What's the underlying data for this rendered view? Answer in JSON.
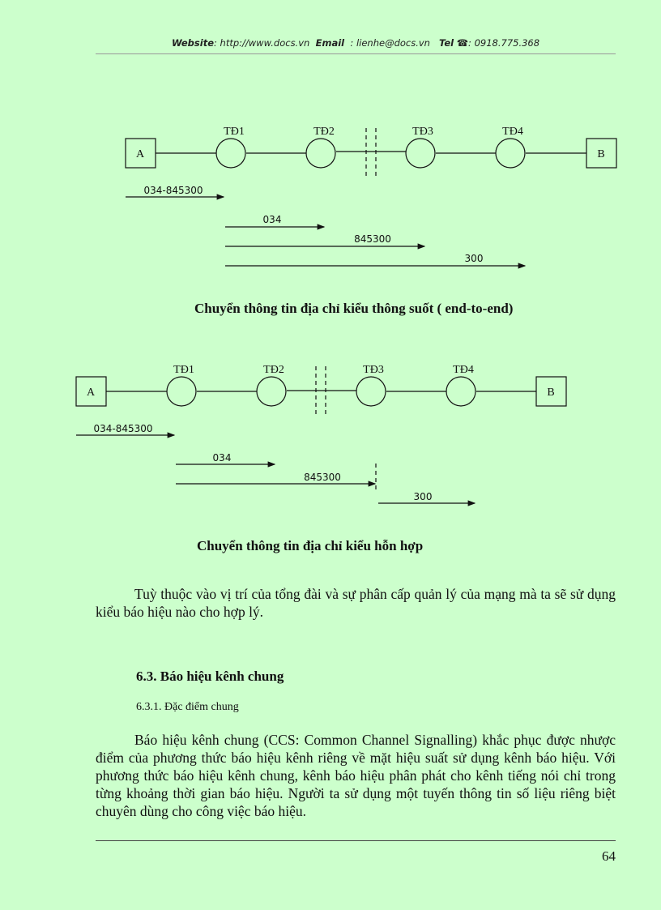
{
  "header": {
    "website_label": "Website",
    "website_value": ": http://www.docs.vn",
    "email_label": "Email",
    "email_value": ": lienhe@docs.vn",
    "tel_label": "Tel",
    "tel_icon": "phone-icon",
    "tel_value": ": 0918.775.368"
  },
  "diagram1": {
    "endpoints": [
      "A",
      "B"
    ],
    "nodes": [
      "TĐ1",
      "TĐ2",
      "TĐ3",
      "TĐ4"
    ],
    "arrows": [
      {
        "label": "034-845300"
      },
      {
        "label": "034"
      },
      {
        "label": "845300"
      },
      {
        "label": "300"
      }
    ],
    "caption": "Chuyển thông tin địa chỉ kiểu  thông suốt ( end-to-end)"
  },
  "diagram2": {
    "endpoints": [
      "A",
      "B"
    ],
    "nodes": [
      "TĐ1",
      "TĐ2",
      "TĐ3",
      "TĐ4"
    ],
    "arrows": [
      {
        "label": "034-845300"
      },
      {
        "label": "034"
      },
      {
        "label": "845300"
      },
      {
        "label": "300"
      }
    ],
    "caption": "Chuyển thông tin địa chỉ  kiểu hỗn hợp"
  },
  "paragraph1": "Tuỳ thuộc vào vị trí của tổng đài và sự phân cấp quản lý của mạng mà ta sẽ sử dụng kiểu báo hiệu nào cho hợp lý.",
  "section": {
    "title": "6.3. Báo hiệu kênh chung",
    "subsection": "6.3.1. Đặc điểm chung",
    "paragraph": "Báo hiệu kênh chung (CCS: Common Channel Signalling)  khắc phục được nhược điểm của phương thức báo hiệu kênh riêng về mặt hiệu suất sử dụng kênh báo hiệu. Với phương thức báo hiệu kênh chung, kênh báo hiệu phân phát cho kênh tiếng nói chỉ trong từng khoảng thời gian báo hiệu. Người ta sử dụng một tuyến thông tin số liệu riêng biệt chuyên dùng cho công việc báo hiệu."
  },
  "footer": {
    "page_number": "64"
  }
}
